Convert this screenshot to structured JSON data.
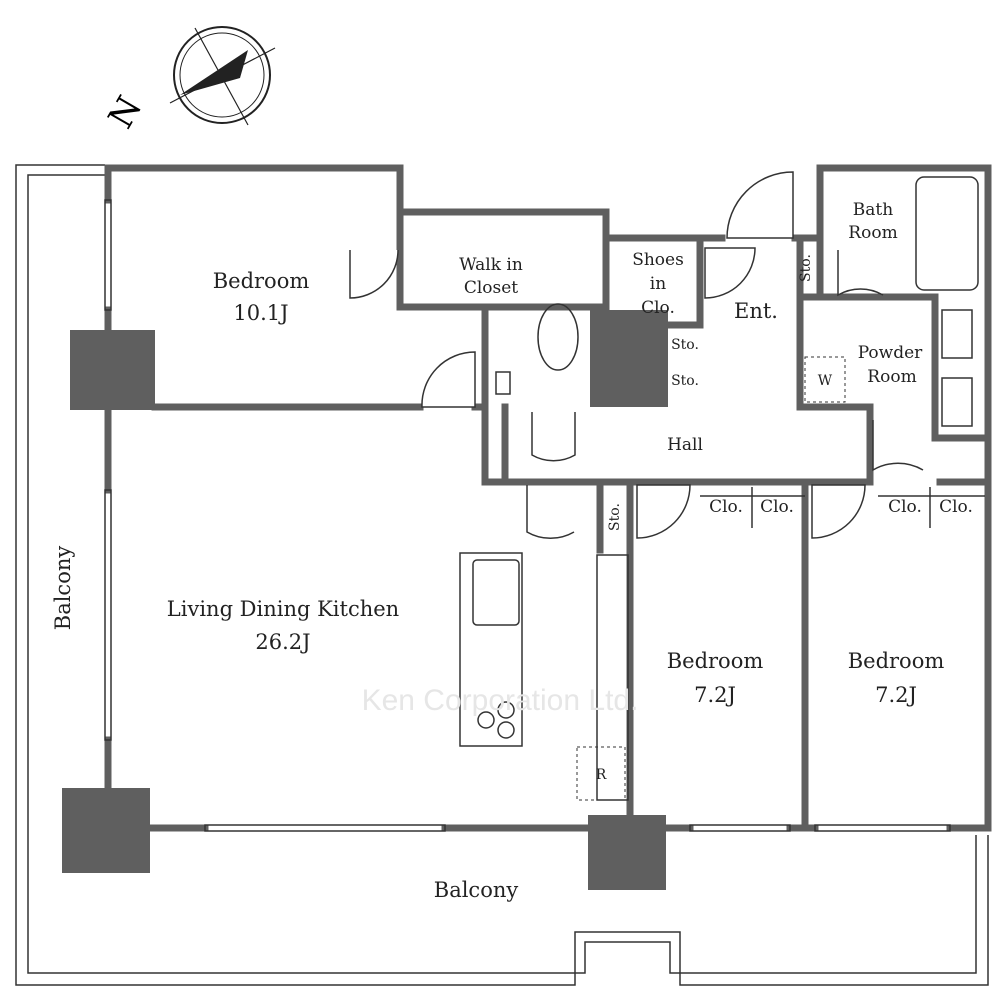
{
  "watermark": "Ken Corporation Ltd.",
  "compass": {
    "letter": "N"
  },
  "rooms": {
    "bedroom1": {
      "name": "Bedroom",
      "size": "10.1J"
    },
    "walk_in_closet": {
      "line1": "Walk in",
      "line2": "Closet"
    },
    "shoes_closet": {
      "line1": "Shoes",
      "line2": "in",
      "line3": "Clo."
    },
    "entrance": "Ent.",
    "bath": {
      "line1": "Bath",
      "line2": "Room"
    },
    "powder": {
      "line1": "Powder",
      "line2": "Room"
    },
    "washer": "W",
    "hall": "Hall",
    "ldk": {
      "name": "Living Dining Kitchen",
      "size": "26.2J"
    },
    "bedroom2": {
      "name": "Bedroom",
      "size": "7.2J"
    },
    "bedroom3": {
      "name": "Bedroom",
      "size": "7.2J"
    },
    "balcony_left": "Balcony",
    "balcony_bottom": "Balcony",
    "refrigerator": "R",
    "storage": "Sto.",
    "closet": "Clo."
  }
}
